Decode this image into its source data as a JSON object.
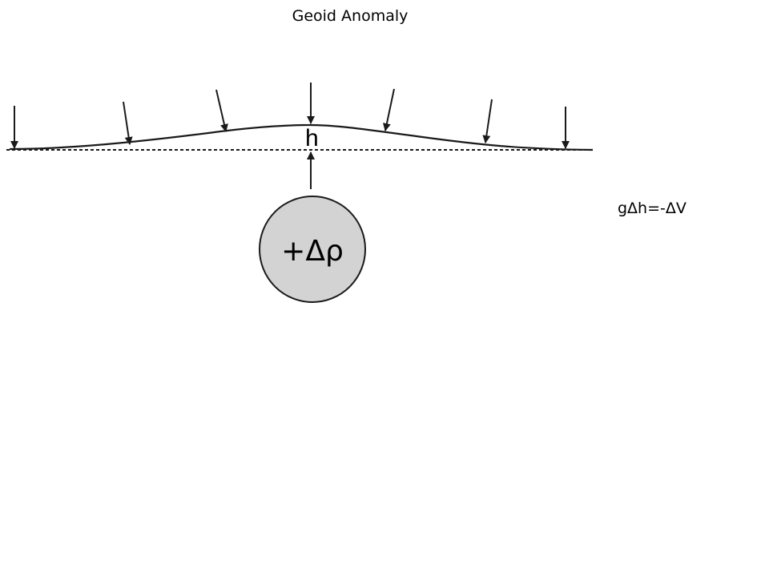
{
  "title": "Geoid Anomaly",
  "equation": "gΔh=-ΔV",
  "diagram": {
    "height_label": "h",
    "mass_label": "+Δρ"
  },
  "colors": {
    "mass_fill": "#d3d3d3",
    "line": "#1a1a1a"
  }
}
